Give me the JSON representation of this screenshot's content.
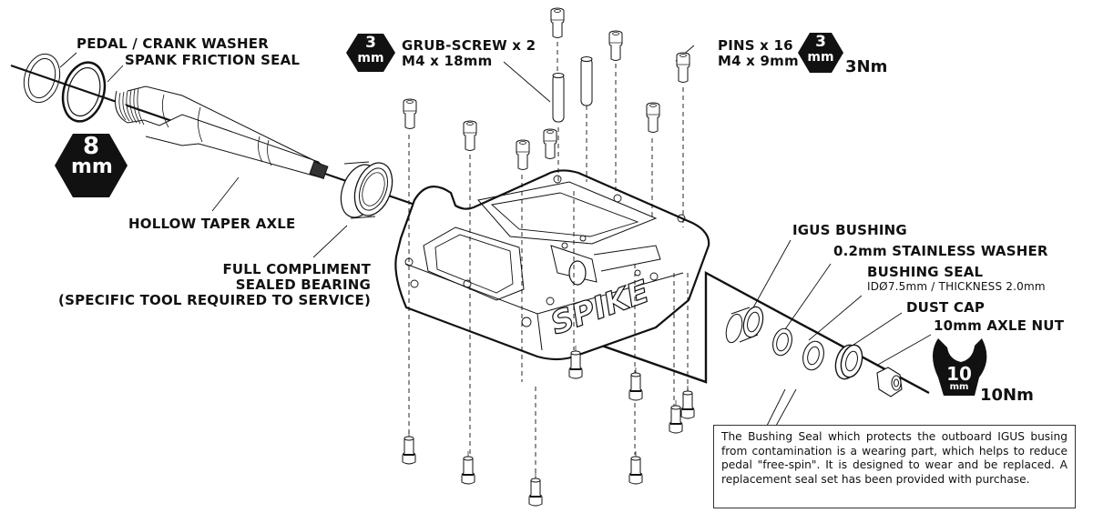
{
  "diagram": {
    "type": "exploded-assembly",
    "subject": "Spike flat pedal",
    "body_logo_text": "SPIKE"
  },
  "labels": {
    "pedal_crank_washer": "PEDAL / CRANK WASHER",
    "spank_friction_seal": "SPANK FRICTION SEAL",
    "hollow_taper_axle": "HOLLOW TAPER AXLE",
    "bearing_line1": "FULL COMPLIMENT",
    "bearing_line2": "SEALED BEARING",
    "bearing_line3": "(SPECIFIC TOOL REQUIRED TO SERVICE)",
    "grub_screw_line1": "GRUB-SCREW x 2",
    "grub_screw_line2": "M4 x 18mm",
    "pins_line1": "PINS x 16",
    "pins_line2": "M4 x 9mm",
    "igus_bushing": "IGUS BUSHING",
    "stainless_washer": "0.2mm STAINLESS WASHER",
    "bushing_seal": "BUSHING SEAL",
    "bushing_seal_spec": "IDØ7.5mm / THICKNESS 2.0mm",
    "dust_cap": "DUST CAP",
    "axle_nut": "10mm AXLE NUT"
  },
  "tools": {
    "axle_hex": {
      "size": "8",
      "unit": "mm"
    },
    "grub_hex": {
      "size": "3",
      "unit": "mm"
    },
    "pins_hex": {
      "size": "3",
      "unit": "mm",
      "torque": "3Nm"
    },
    "axle_nut_wrench": {
      "size": "10",
      "unit": "mm",
      "torque": "10Nm"
    }
  },
  "note": {
    "text": "The Bushing Seal which protects the outboard IGUS busing from contamination is a wearing part, which helps to reduce pedal \"free-spin\". It is designed to wear and be replaced. A replacement seal set has been provided with purchase."
  }
}
